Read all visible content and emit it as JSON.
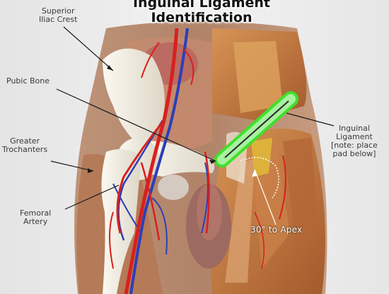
{
  "title": {
    "line1": "Inguinal Ligament",
    "line2": "Identification"
  },
  "labels": {
    "iliac_crest": {
      "line1": "Superior",
      "line2": "Iliac Crest"
    },
    "pubic_bone": "Pubic Bone",
    "trochanters": {
      "line1": "Greater",
      "line2": "Trochanters"
    },
    "femoral_artery": {
      "line1": "Femoral",
      "line2": "Artery"
    },
    "inguinal_ligament": {
      "line1": "Inguinal",
      "line2": "Ligament",
      "line3": "[note: place",
      "line4": "pad below]"
    },
    "apex": "30° to Apex"
  },
  "colors": {
    "ligament_highlight": "#3fe02a",
    "artery": "#d8201e",
    "vein": "#2b3fb8",
    "bone": "#f3efe6",
    "muscle": "#c0703c"
  }
}
